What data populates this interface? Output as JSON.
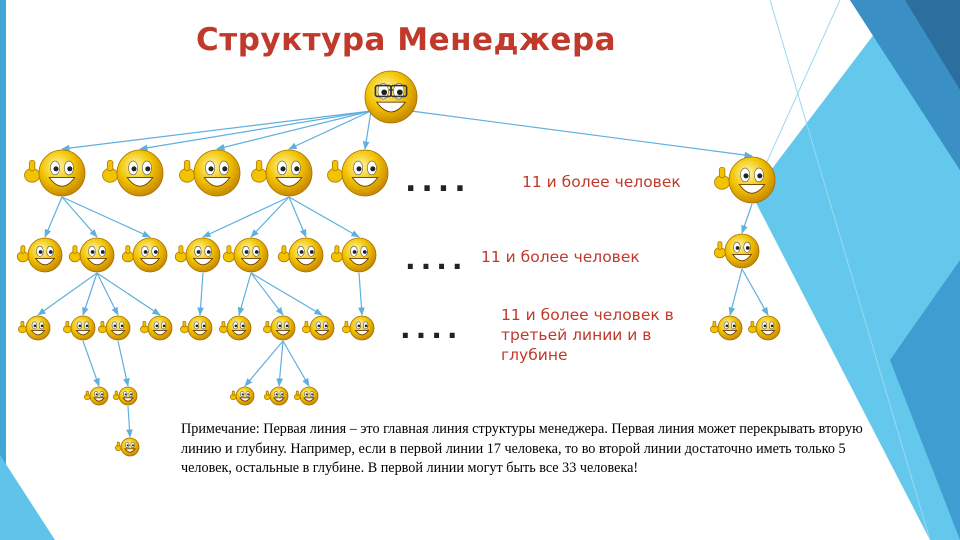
{
  "slide": {
    "title": "Структура Менеджера",
    "levels": [
      {
        "dots": "....",
        "label": "11 и более человек"
      },
      {
        "dots": "....",
        "label": "11 и более человек"
      },
      {
        "dots": "....",
        "label": "11 и более человек в третьей линии и в глубине"
      }
    ],
    "note": "Примечание: Первая линия – это главная линия структуры менеджера. Первая линия может перекрывать вторую линию и глубину. Например, если в первой линии 17 человека, то во второй линии достаточно иметь только 5 человек, остальные в глубине. В первой линии могут быть все 33 человека!"
  },
  "icons": {
    "manager": "glasses-smiley-icon",
    "member": "thumbs-up-smiley-icon"
  },
  "colors": {
    "title": "#c0392b",
    "labels": "#c0392b",
    "connectors": "#5fb0dd",
    "accent_light": "#5fc3ea",
    "accent_dark": "#2a6f9e",
    "smiley_face": "#f2c400"
  }
}
